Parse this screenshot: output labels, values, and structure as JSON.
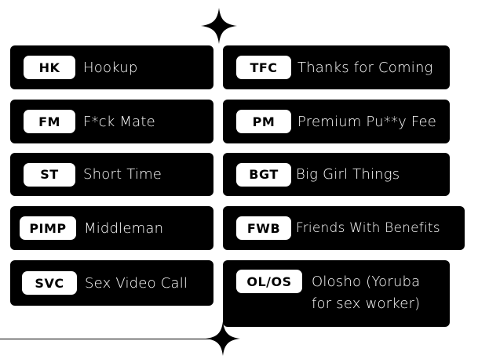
{
  "colors": {
    "card_bg": "#000000",
    "badge_bg": "#ffffff",
    "text": "#ffffff",
    "background": "#ffffff"
  },
  "left_column": [
    {
      "abbr": "HK",
      "meaning": "Hookup"
    },
    {
      "abbr": "FM",
      "meaning": "F*ck Mate"
    },
    {
      "abbr": "ST",
      "meaning": "Short Time"
    },
    {
      "abbr": "PIMP",
      "meaning": "Middleman"
    },
    {
      "abbr": "SVC",
      "meaning": "Sex Video Call"
    }
  ],
  "right_column": [
    {
      "abbr": "TFC",
      "meaning": "Thanks for Coming"
    },
    {
      "abbr": "PM",
      "meaning": "Premium Pu**y Fee"
    },
    {
      "abbr": "BGT",
      "meaning": "Big Girl Things"
    },
    {
      "abbr": "FWB",
      "meaning": "Friends With Benefits"
    },
    {
      "abbr": "OL/OS",
      "meaning_lines": [
        "Olosho (Yoruba",
        "for sex worker)"
      ]
    }
  ],
  "decorations": {
    "top_icon": "sparkle-icon",
    "bottom_icon": "sparkle-icon"
  }
}
